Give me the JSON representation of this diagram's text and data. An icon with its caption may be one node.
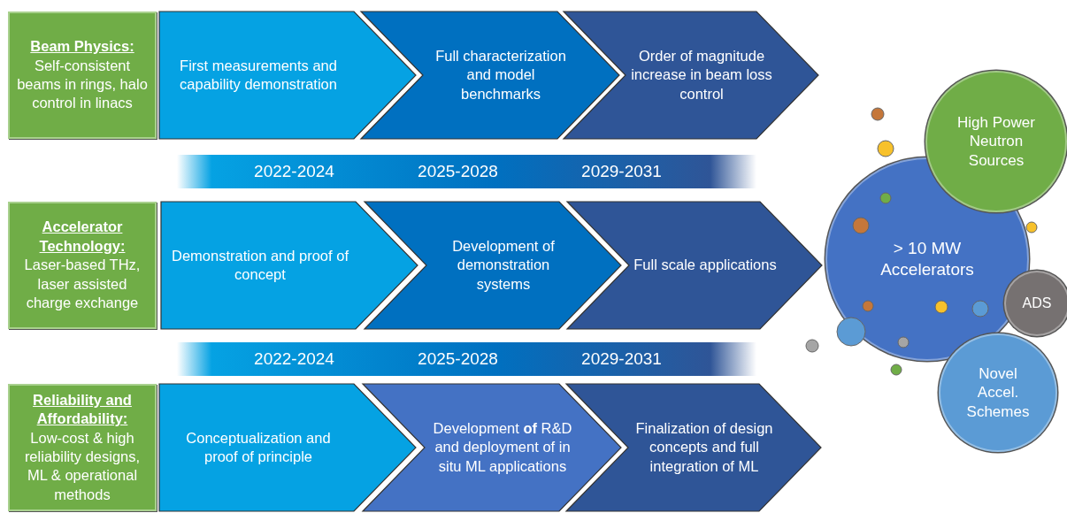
{
  "diagram": {
    "nodes": [
      {
        "text": [
          "Beam Physics:",
          "Self-consistent beams in rings, halo control in linacs"
        ]
      },
      {
        "text": [
          "First measurements and capability demonstration"
        ]
      },
      {
        "text": [
          "Full characterization and model benchmarks"
        ]
      },
      {
        "text": [
          "Order of magnitude increase in beam loss control"
        ]
      },
      {
        "text": [
          "2022-2024",
          "2025-2028",
          "2029-2031"
        ]
      },
      {
        "text": [
          "Accelerator Technology:",
          "Laser-based THz, laser assisted charge exchange"
        ]
      },
      {
        "text": [
          "Demonstration and proof of concept"
        ]
      },
      {
        "text": [
          "Development of demonstration systems"
        ]
      },
      {
        "text": [
          "Full scale applications"
        ]
      },
      {
        "text": [
          "2022-2024",
          "2025-2028",
          "2029-2031"
        ]
      },
      {
        "text": [
          "Reliability and Affordability:",
          "Low-cost & high reliability designs, ML & operational methods"
        ]
      },
      {
        "text": [
          "Conceptualization and proof of principle"
        ]
      },
      {
        "text": [
          "Development **of** R&D and deployment of in situ ML applications"
        ]
      },
      {
        "text": [
          "Finalization of design concepts and full integration of ML"
        ]
      },
      {
        "text": [
          "High Power Neutron Sources"
        ]
      },
      {
        "text": [
          "> 10 MW Accelerators"
        ]
      },
      {
        "text": [
          "ADS"
        ]
      },
      {
        "text": [
          "Novel Accel. Schemes"
        ]
      }
    ]
  }
}
